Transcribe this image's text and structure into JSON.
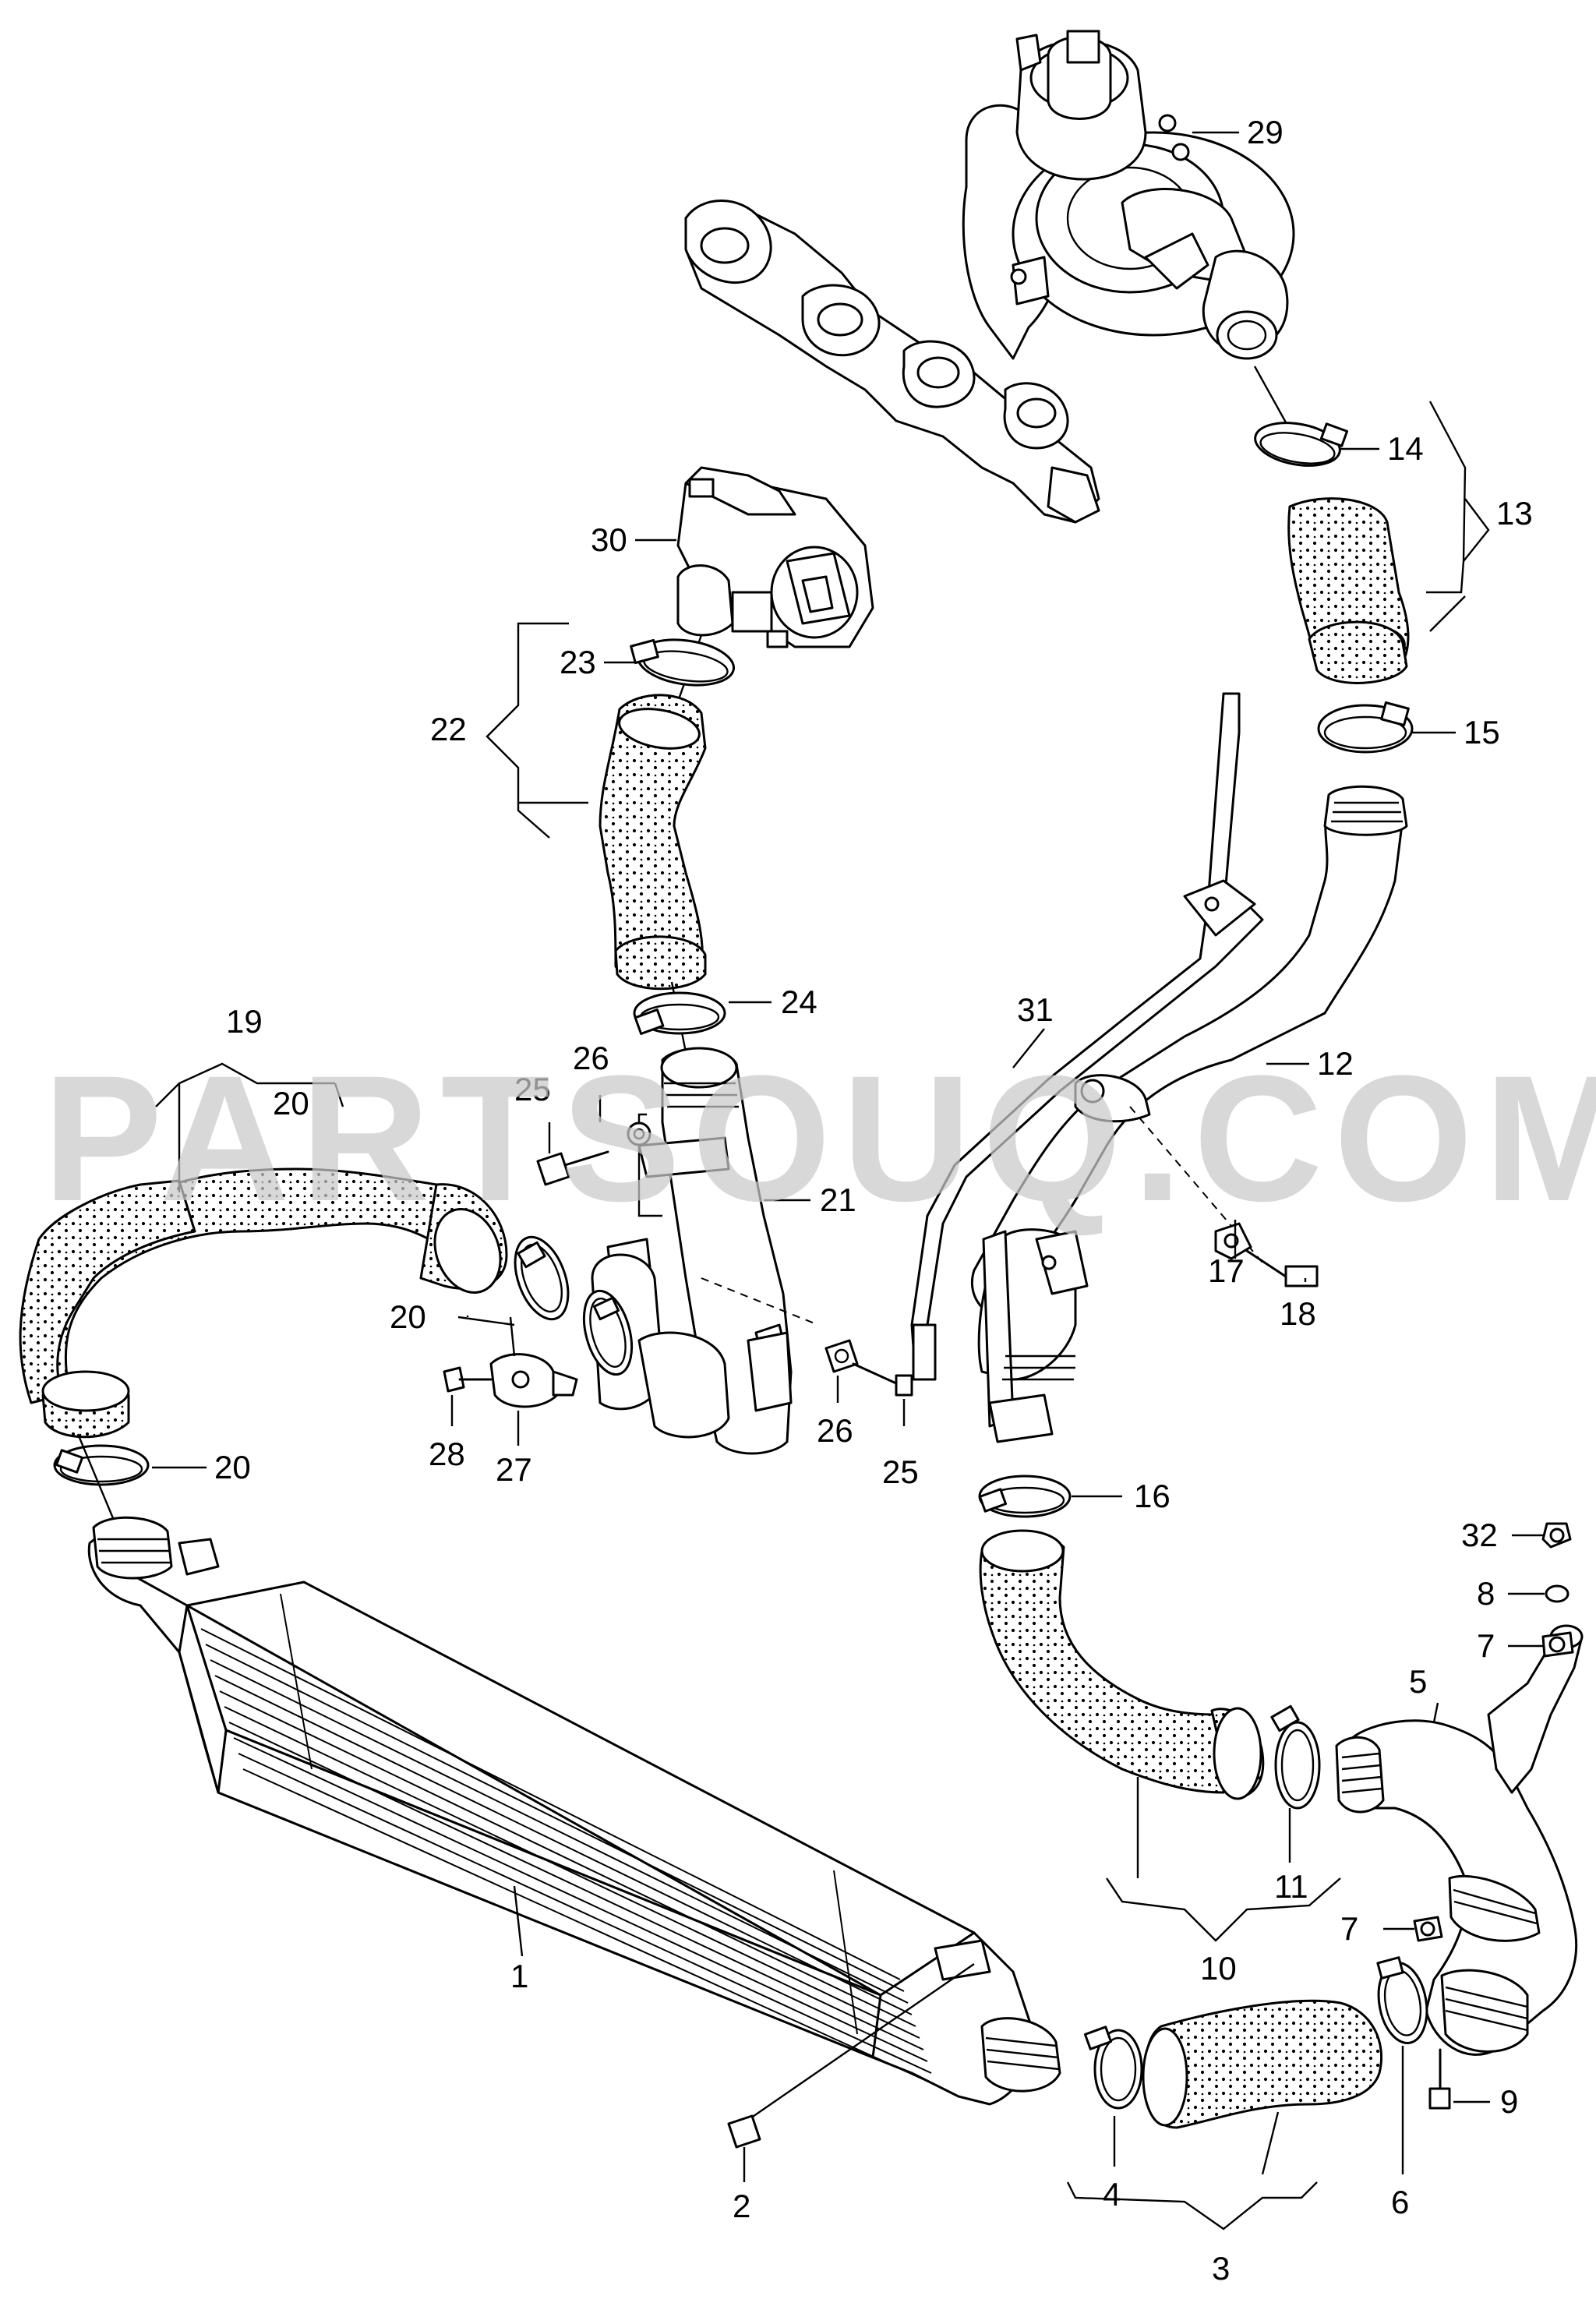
{
  "watermark": "PARTSOUQ.COM",
  "callouts": {
    "c1": "1",
    "c2": "2",
    "c3": "3",
    "c4": "4",
    "c5": "5",
    "c6": "6",
    "c7a": "7",
    "c7b": "7",
    "c8": "8",
    "c9": "9",
    "c10": "10",
    "c11": "11",
    "c12": "12",
    "c13": "13",
    "c14": "14",
    "c15": "15",
    "c16": "16",
    "c17": "17",
    "c18": "18",
    "c19": "19",
    "c20a": "20",
    "c20b": "20",
    "c20c": "20",
    "c21": "21",
    "c22": "22",
    "c23": "23",
    "c24": "24",
    "c25a": "25",
    "c25b": "25",
    "c26a": "26",
    "c26b": "26",
    "c27": "27",
    "c28": "28",
    "c29": "29",
    "c30": "30",
    "c31": "31",
    "c32": "32"
  }
}
